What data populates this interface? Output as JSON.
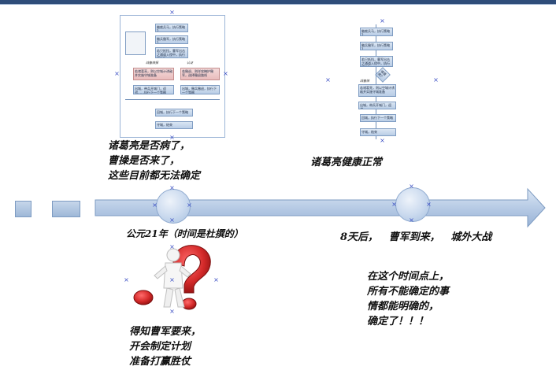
{
  "thumbnails": {
    "left": {
      "boxes": [
        "徽裁兵马，执行策略2",
        "徽兵撤军，执行策略1",
        "若只抵挡，曹军出击之通道入侵中，执行策略1"
      ],
      "lanes": [
        "战备情报",
        "认证"
      ],
      "lane_boxes": [
        "若诸葛亮，则以空城计诱敌并实施守城准备",
        "若撤退、则佯攻掩护撤军，选择撤退路线"
      ],
      "mid_boxes": [
        "出城，带兵开城门，迎战……执行下一个策略",
        "出城，撤兵撤退，执行下一个策略"
      ],
      "bottom_boxes": [
        "回城，执行下一个策略",
        "守城，结束"
      ]
    },
    "right": {
      "boxes": [
        "徽裁兵马，执行策略2",
        "徽兵撤军，执行策略1",
        "若只抵挡，曹军出击之通道入侵中，执行策略1"
      ],
      "diamond": "诸葛亮?",
      "lane": "战备情",
      "lane_box": "若诸葛亮，则以空城计诱敌并实施守城准备",
      "mid_box": "出城，带兵开城门，迎战……",
      "bottom_boxes": [
        "回城，执行下一个策略",
        "守城，结束"
      ]
    }
  },
  "captions": {
    "top_left": [
      "诸葛亮是否病了，",
      "曹操是否来了，",
      "这些目前都无法确定"
    ],
    "top_right": "诸葛亮健康正常",
    "mid_left": "公元21年（时间是杜撰的）",
    "mid_right": "8天后，   曹军到来，   城外大战",
    "bottom_left": [
      "得知曹军要来，",
      "开会制定计划",
      "准备打赢胜仗"
    ],
    "bottom_right": [
      "在这个时间点上，",
      "所有不能确定的事",
      "情都能明确的，",
      "确定了！！！"
    ]
  },
  "colors": {
    "arrow_fill": "#b7cbe5",
    "arrow_stroke": "#7d9bc2",
    "red_question": "#d42a2a"
  }
}
